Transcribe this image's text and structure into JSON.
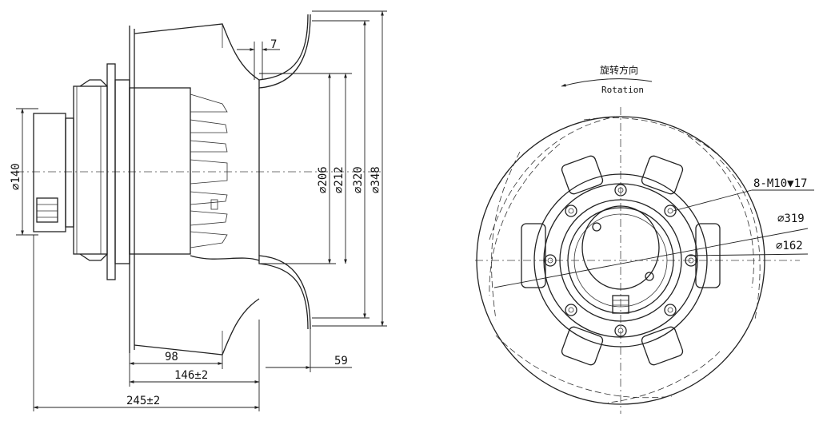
{
  "side_view": {
    "dim_140": "⌀140",
    "dim_206": "⌀206",
    "dim_212": "⌀212",
    "dim_320": "⌀320",
    "dim_348": "⌀348",
    "dim_7": "7",
    "dim_98": "98",
    "dim_146": "146±2",
    "dim_245": "245±2",
    "dim_59": "59"
  },
  "front_view": {
    "rotation_cn": "旋转方向",
    "rotation_en": "Rotation",
    "holes": "8-M10▼17",
    "dim_319": "⌀319",
    "dim_162": "⌀162"
  }
}
